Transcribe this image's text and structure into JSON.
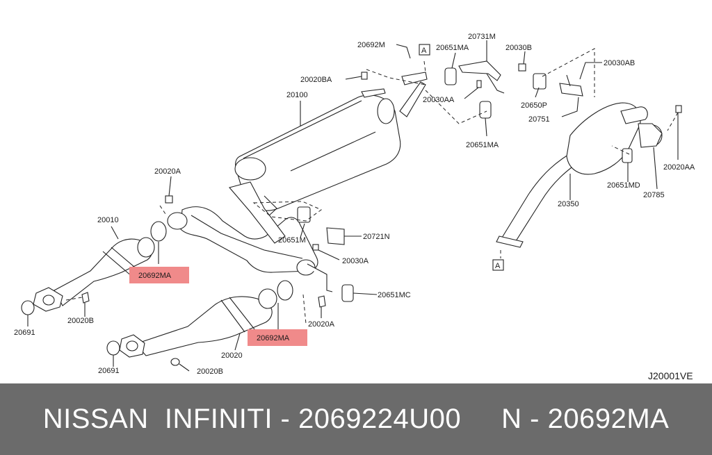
{
  "diagram": {
    "code": "J20001VE",
    "callouts": [
      "20692M",
      "20731M",
      "20651MA",
      "20030B",
      "20030AB",
      "20020BA",
      "20100",
      "20030AA",
      "20650P",
      "20751",
      "20651MA",
      "20020AA",
      "20020A",
      "20651MD",
      "20785",
      "20350",
      "20010",
      "20721N",
      "20651M",
      "20692MA",
      "20030A",
      "20651MC",
      "20020B",
      "20691",
      "20692MA",
      "20020A",
      "20020",
      "20691",
      "20020B"
    ],
    "refs": [
      "A",
      "A"
    ]
  },
  "footer": {
    "text": "NISSAN  INFINITI - 2069224U00     N - 20692MA"
  },
  "colors": {
    "highlight": "#f08a8a",
    "footer_bg": "#6b6b6b",
    "footer_text": "#ffffff"
  }
}
